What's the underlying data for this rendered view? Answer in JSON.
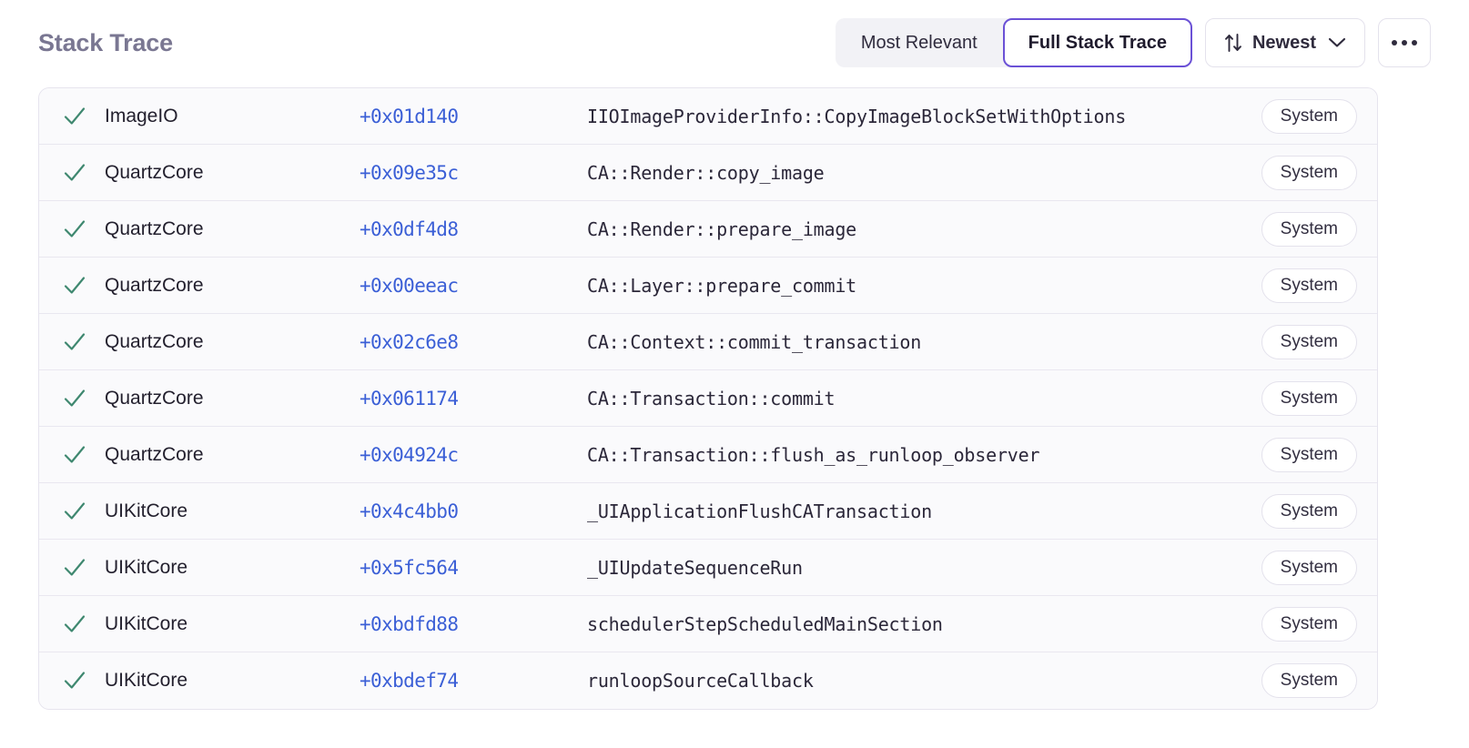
{
  "header": {
    "title": "Stack Trace",
    "segmented": {
      "options": [
        {
          "label": "Most Relevant",
          "selected": false
        },
        {
          "label": "Full Stack Trace",
          "selected": true
        }
      ]
    },
    "sort": {
      "icon": "sort-updown-icon",
      "label": "Newest",
      "chevron": "chevron-down-icon"
    },
    "more": {
      "icon": "ellipsis-horizontal-icon",
      "label": ""
    }
  },
  "colors": {
    "accent_purple": "#6b51d6",
    "title_muted": "#7a7792",
    "offset_blue": "#3b5fd6",
    "check_green": "#3f8870",
    "row_bg": "#fafafc",
    "row_border": "#e9e7f0",
    "segment_bg": "#f2f2f6"
  },
  "stack_trace": {
    "rows": [
      {
        "status_icon": "check-icon",
        "package": "ImageIO",
        "offset": "+0x01d140",
        "symbol": "IIOImageProviderInfo::CopyImageBlockSetWithOptions",
        "badge": "System"
      },
      {
        "status_icon": "check-icon",
        "package": "QuartzCore",
        "offset": "+0x09e35c",
        "symbol": "CA::Render::copy_image",
        "badge": "System"
      },
      {
        "status_icon": "check-icon",
        "package": "QuartzCore",
        "offset": "+0x0df4d8",
        "symbol": "CA::Render::prepare_image",
        "badge": "System"
      },
      {
        "status_icon": "check-icon",
        "package": "QuartzCore",
        "offset": "+0x00eeac",
        "symbol": "CA::Layer::prepare_commit",
        "badge": "System"
      },
      {
        "status_icon": "check-icon",
        "package": "QuartzCore",
        "offset": "+0x02c6e8",
        "symbol": "CA::Context::commit_transaction",
        "badge": "System"
      },
      {
        "status_icon": "check-icon",
        "package": "QuartzCore",
        "offset": "+0x061174",
        "symbol": "CA::Transaction::commit",
        "badge": "System"
      },
      {
        "status_icon": "check-icon",
        "package": "QuartzCore",
        "offset": "+0x04924c",
        "symbol": "CA::Transaction::flush_as_runloop_observer",
        "badge": "System"
      },
      {
        "status_icon": "check-icon",
        "package": "UIKitCore",
        "offset": "+0x4c4bb0",
        "symbol": "_UIApplicationFlushCATransaction",
        "badge": "System"
      },
      {
        "status_icon": "check-icon",
        "package": "UIKitCore",
        "offset": "+0x5fc564",
        "symbol": "_UIUpdateSequenceRun",
        "badge": "System"
      },
      {
        "status_icon": "check-icon",
        "package": "UIKitCore",
        "offset": "+0xbdfd88",
        "symbol": "schedulerStepScheduledMainSection",
        "badge": "System"
      },
      {
        "status_icon": "check-icon",
        "package": "UIKitCore",
        "offset": "+0xbdef74",
        "symbol": "runloopSourceCallback",
        "badge": "System"
      }
    ]
  }
}
